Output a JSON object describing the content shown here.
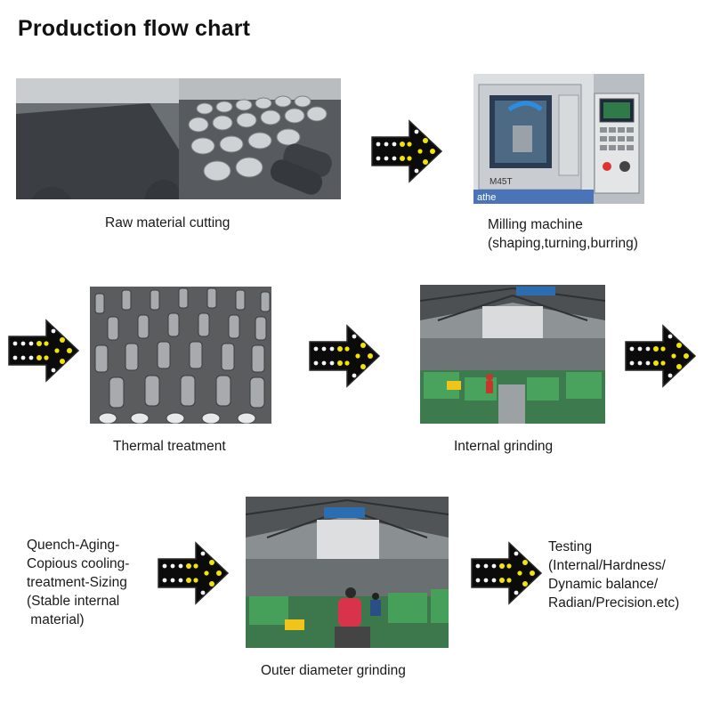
{
  "title": "Production flow chart",
  "steps": [
    {
      "caption": "Raw material cutting"
    },
    {
      "caption": "Milling machine\n(shaping,turning,burring)"
    },
    {
      "caption": "Thermal treatment"
    },
    {
      "caption": "Internal grinding"
    },
    {
      "caption": "Outer diameter grinding"
    },
    {
      "caption": "Testing\n(Internal/Hardness/\nDynamic balance/\nRadian/Precision.etc)"
    }
  ],
  "notes": {
    "heat_process": "Quench-Aging-\nCopious cooling-\ntreatment-Sizing\n(Stable internal\n material)"
  },
  "colors": {
    "arrow_fill": "#0b0b0b",
    "light_yellow": "#f2e600",
    "light_white": "#f4f4f4"
  }
}
